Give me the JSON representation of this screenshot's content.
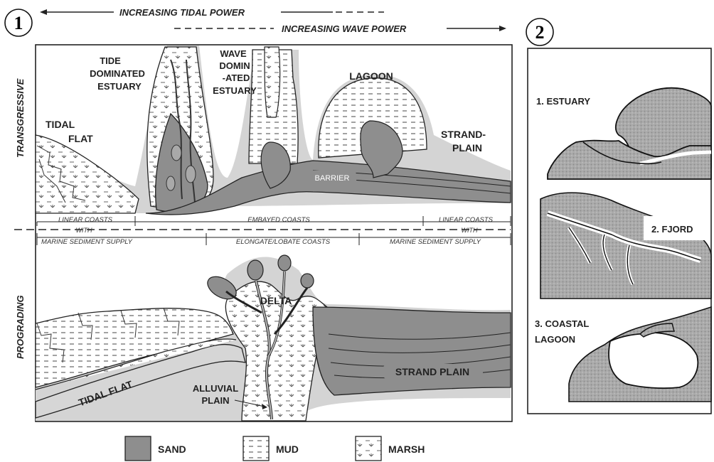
{
  "panel1": {
    "number": "1",
    "tidal_power": "INCREASING TIDAL POWER",
    "wave_power": "INCREASING WAVE POWER",
    "transgressive": "TRANSGRESSIVE",
    "prograding": "PROGRADING",
    "labels": {
      "tidal_flat_a": "TIDAL",
      "tidal_flat_b": "FLAT",
      "tide_est_1": "TIDE",
      "tide_est_2": "DOMINATED",
      "tide_est_3": "ESTUARY",
      "wave_est_1": "WAVE",
      "wave_est_2": "DOMIN",
      "wave_est_3": "-ATED",
      "wave_est_4": "ESTUARY",
      "lagoon": "LAGOON",
      "strand_1": "STRAND-",
      "strand_2": "PLAIN",
      "barrier": "BARRIER",
      "delta": "DELTA",
      "strand_plain": "STRAND  PLAIN",
      "tidal_flat_low": "TIDAL FLAT",
      "alluvial_1": "ALLUVIAL",
      "alluvial_2": "PLAIN"
    },
    "middle": {
      "linear_coasts": "LINEAR COASTS",
      "embayed_coasts": "EMBAYED COASTS",
      "with": "WITH",
      "marine_supply": "MARINE SEDIMENT SUPPLY",
      "elongate": "ELONGATE/LOBATE COASTS"
    }
  },
  "legend": {
    "sand": "SAND",
    "mud": "MUD",
    "marsh": "MARSH"
  },
  "panel2": {
    "number": "2",
    "estuary": "1. ESTUARY",
    "fjord": "2. FJORD",
    "lagoon_1": "3. COASTAL",
    "lagoon_2": "LAGOON"
  },
  "colors": {
    "sand": "#8a8a8a",
    "halo": "#cfcfcf",
    "line": "#222222"
  }
}
